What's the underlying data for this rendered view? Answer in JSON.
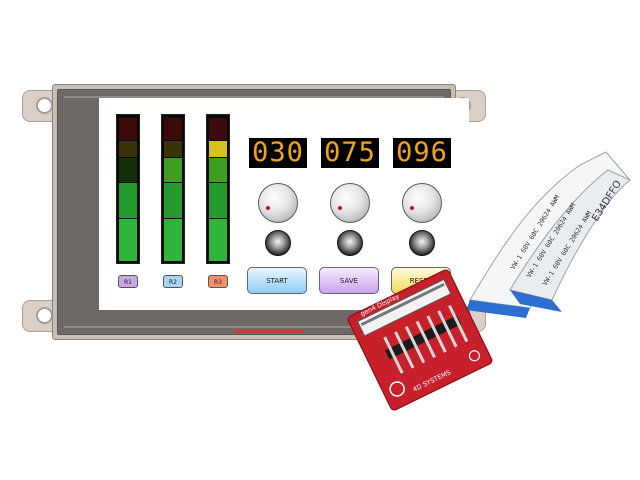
{
  "display": {
    "meters": [
      {
        "label": "R1",
        "level": 0.64
      },
      {
        "label": "R2",
        "level": 0.72
      },
      {
        "label": "R3",
        "level": 0.84
      }
    ],
    "readouts": [
      "030",
      "075",
      "096"
    ],
    "buttons": {
      "start": "START",
      "save": "SAVE",
      "reset": "RESET"
    }
  },
  "adapter_board": {
    "title": "gen4 Display",
    "side_text": "4D SYSTEMS"
  },
  "cable": {
    "print_lines": [
      "VW-1 60V 60C 20624 AWM",
      "VW-1 60V 60C 20624 AWM",
      "VW-1 60V 60C 20624 AWM"
    ],
    "end_code": "E34DFFO"
  },
  "colors": {
    "led_text": "#f0a41b",
    "pcb_red": "#c8202a",
    "meter_green": "#2fb53c",
    "cable_blue": "#2d6fd0"
  }
}
